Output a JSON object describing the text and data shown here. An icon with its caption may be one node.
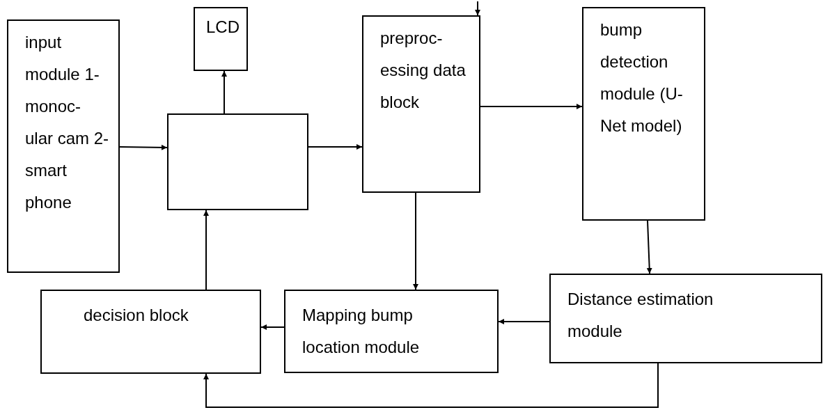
{
  "diagram": {
    "nodes": [
      {
        "text": [
          "input module 1- monoc- ular cam 2-smart phone"
        ]
      },
      {
        "text": [
          "LCD"
        ]
      },
      {
        "text": [],
        "shape": "box"
      },
      {
        "text": [
          "preproc- essing data block"
        ]
      },
      {
        "text": [
          "bump detection module (U-Net model)"
        ]
      },
      {
        "text": [
          "Distance estimation module"
        ]
      },
      {
        "text": [
          "Mapping bump location module"
        ]
      },
      {
        "text": [
          "decision block"
        ]
      }
    ],
    "edges": [
      {
        "from": 0,
        "to": 2,
        "arrow": "to"
      },
      {
        "from": 2,
        "to": 1,
        "arrow": "to"
      },
      {
        "from": 2,
        "to": 3,
        "arrow": "to"
      },
      {
        "from": 3,
        "to": 4,
        "arrow": "to"
      },
      {
        "from": 3,
        "to": 6,
        "arrow": "to"
      },
      {
        "from": 4,
        "to": 5,
        "arrow": "to"
      },
      {
        "from": 5,
        "to": 6,
        "arrow": "to"
      },
      {
        "from": 6,
        "to": 7,
        "arrow": "to"
      },
      {
        "from": 7,
        "to": 2,
        "arrow": "to"
      },
      {
        "from": 5,
        "to": 7,
        "arrow": "to"
      },
      {
        "from": null,
        "to": 3,
        "arrow": "to"
      }
    ]
  }
}
